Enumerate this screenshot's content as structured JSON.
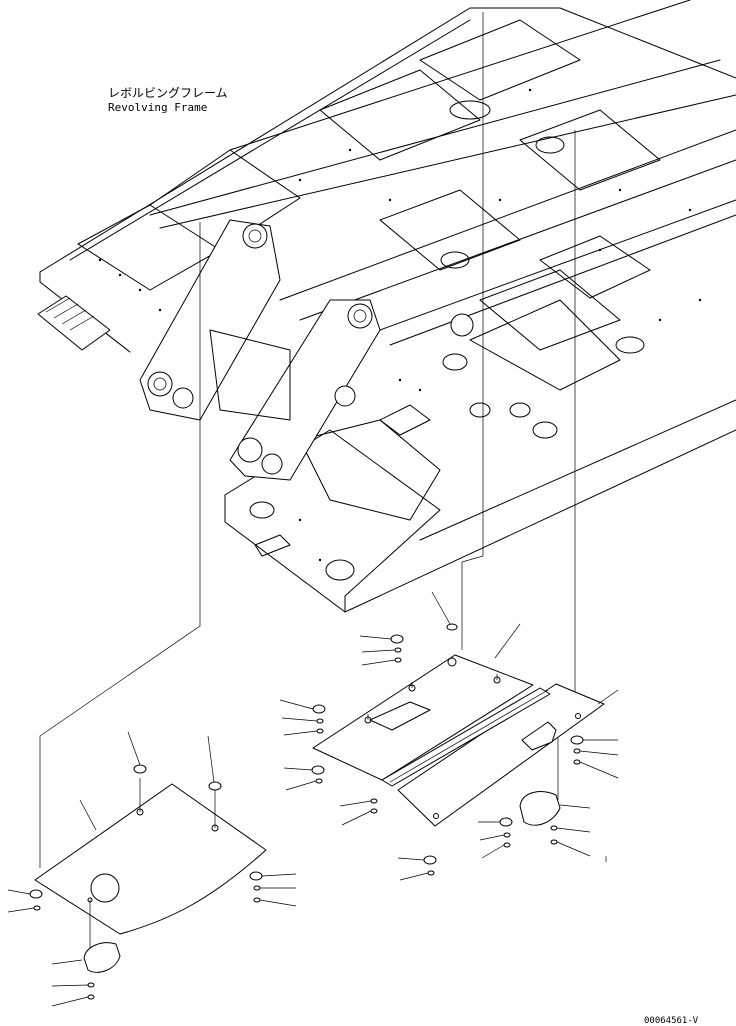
{
  "title": {
    "japanese": "レボルビングフレーム",
    "english": "Revolving Frame"
  },
  "drawing_code": "00064561-V",
  "colors": {
    "background": "#ffffff",
    "line": "#000000"
  }
}
